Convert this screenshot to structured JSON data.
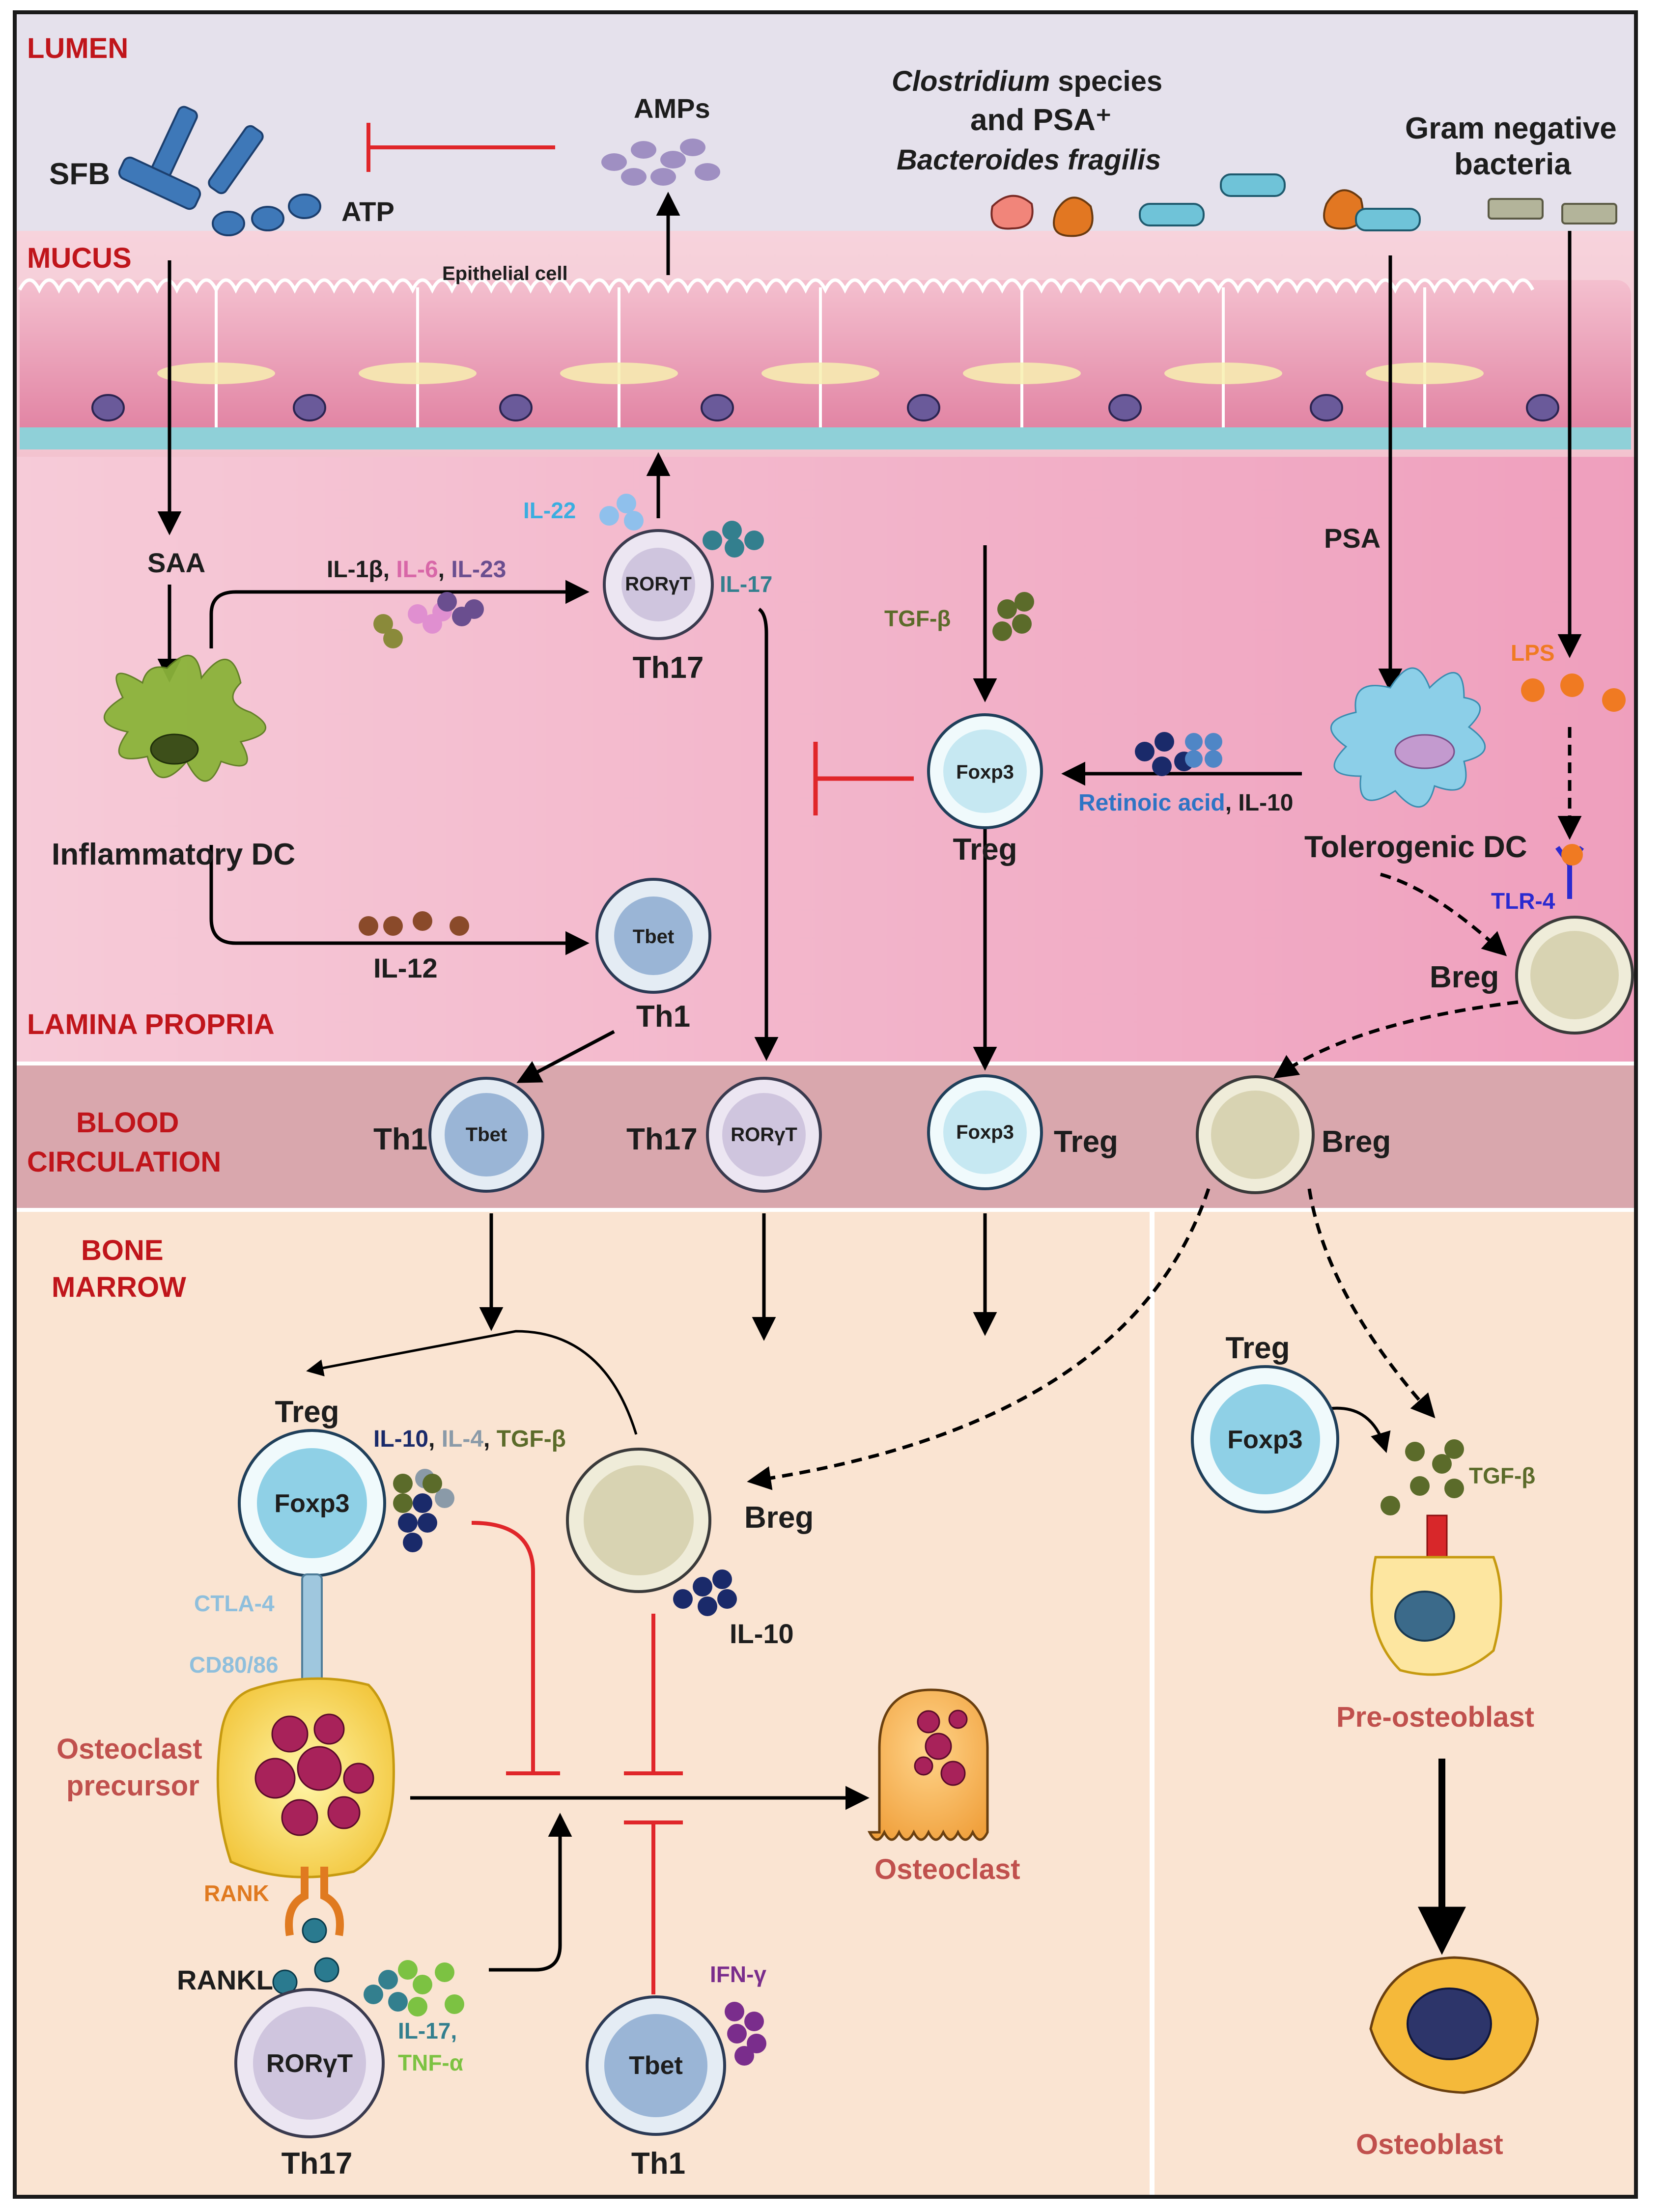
{
  "regions": {
    "lumen": "LUMEN",
    "mucus": "MUCUS",
    "lamina_propria": "LAMINA PROPRIA",
    "blood_1": "BLOOD",
    "blood_2": "CIRCULATION",
    "bone_1": "BONE",
    "bone_2": "MARROW"
  },
  "lumen": {
    "sfb": "SFB",
    "atp": "ATP",
    "amps": "AMPs",
    "clostridium_italic": "Clostridium",
    "clostridium_rest": " species",
    "psa_line": "and PSA⁺",
    "bacteroides": "Bacteroides fragilis",
    "gram_1": "Gram negative",
    "gram_2": "bacteria",
    "epithelial": "Epithelial cell"
  },
  "lamina": {
    "saa": "SAA",
    "il1b": "IL-1β, ",
    "il6": "IL-6",
    "comma": ", ",
    "il23": "IL-23",
    "il22": "IL-22",
    "il17": "IL-17",
    "rorgt": "RORγT",
    "th17": "Th17",
    "inflammatory_dc": "Inflammatory DC",
    "il12": "IL-12",
    "tbet": "Tbet",
    "th1": "Th1",
    "tgfb": "TGF-β",
    "foxp3": "Foxp3",
    "treg": "Treg",
    "retinoic": "Retinoic acid",
    "il10_tail": ", IL-10",
    "psa": "PSA",
    "lps": "LPS",
    "tolerogenic_dc": "Tolerogenic DC",
    "tlr4": "TLR-4",
    "breg": "Breg"
  },
  "blood": {
    "th1": "Th1",
    "tbet": "Tbet",
    "th17": "Th17",
    "rorgt": "RORγT",
    "foxp3": "Foxp3",
    "treg": "Treg",
    "breg": "Breg"
  },
  "marrow": {
    "treg": "Treg",
    "foxp3": "Foxp3",
    "il10": "IL-10",
    "comma": ", ",
    "il4": "IL-4",
    "tgfb": "TGF-β",
    "breg": "Breg",
    "breg_il10": "IL-10",
    "ctla4": "CTLA-4",
    "cd80": "CD80/86",
    "oc_prec_1": "Osteoclast",
    "oc_prec_2": "precursor",
    "rank": "RANK",
    "rankl": "RANKL",
    "il17": "IL-17,",
    "tnfa": "TNF-α",
    "rorgt": "RORγT",
    "th17": "Th17",
    "ifng": "IFN-γ",
    "tbet": "Tbet",
    "th1": "Th1",
    "osteoclast": "Osteoclast",
    "right_treg": "Treg",
    "right_foxp3": "Foxp3",
    "right_tgfb": "TGF-β",
    "pre_osteoblast": "Pre-osteoblast",
    "osteoblast": "Osteoblast"
  },
  "colors": {
    "lumen_bg": "#e5e1ec",
    "mucus_bg": "#f5cfd8",
    "lamina_bg": "#f2b8ca",
    "blood_bg": "#d9a7ad",
    "marrow_bg": "#fae4d2",
    "inhibit_red": "#e0262a",
    "label_red": "#c0151b",
    "il6_pink": "#d867a8",
    "il23_purple": "#6a4e8f",
    "il22_blue": "#3aaee0",
    "il17_teal": "#337f8e",
    "tgfb_olive": "#5b6b2a",
    "retinoic_blue": "#2e74c4",
    "lps_orange": "#f07a22",
    "tlr4_blue": "#2a2ad0",
    "ctla4_blue": "#8fbfdc",
    "il4_grey": "#8a9aa8",
    "tnfa_green": "#7cc242",
    "ifng_purple": "#7a2d8c",
    "rank_orange": "#e07a20"
  }
}
